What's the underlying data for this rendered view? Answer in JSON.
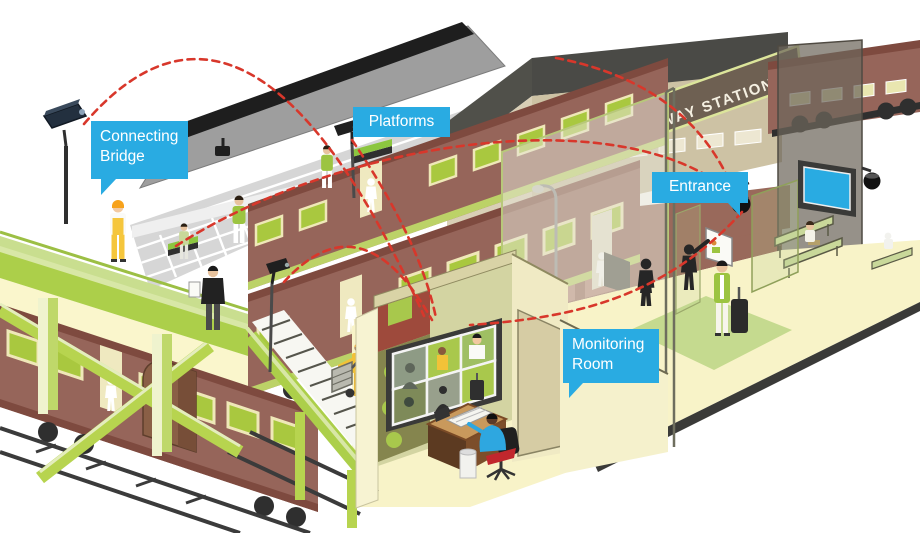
{
  "illustration": {
    "callouts": {
      "connecting_bridge": "Connecting Bridge",
      "platforms": "Platforms",
      "entrance": "Entrance",
      "monitoring_room": "Monitoring Room"
    },
    "building_sign": "RAILWAY STATIONS",
    "icons": [
      "bullet-camera-icon",
      "pole-camera-icon",
      "dome-camera-icon",
      "canopy-camera-icon",
      "video-wall-icon",
      "info-display-icon",
      "lamp-post-icon"
    ],
    "colors": {
      "callout_blue": "#29ABE2",
      "link_red": "#D8372B",
      "bridge_green": "#ACCF4A",
      "train_maroon": "#96655A",
      "train_window_green": "#A9C83F",
      "canopy_gray": "#9E9E9E",
      "building_tan": "#CDC2A4",
      "sign_brown": "#6E6052",
      "floor_yellow": "#F8F3C8",
      "display_screen_blue": "#29ABE2"
    }
  }
}
